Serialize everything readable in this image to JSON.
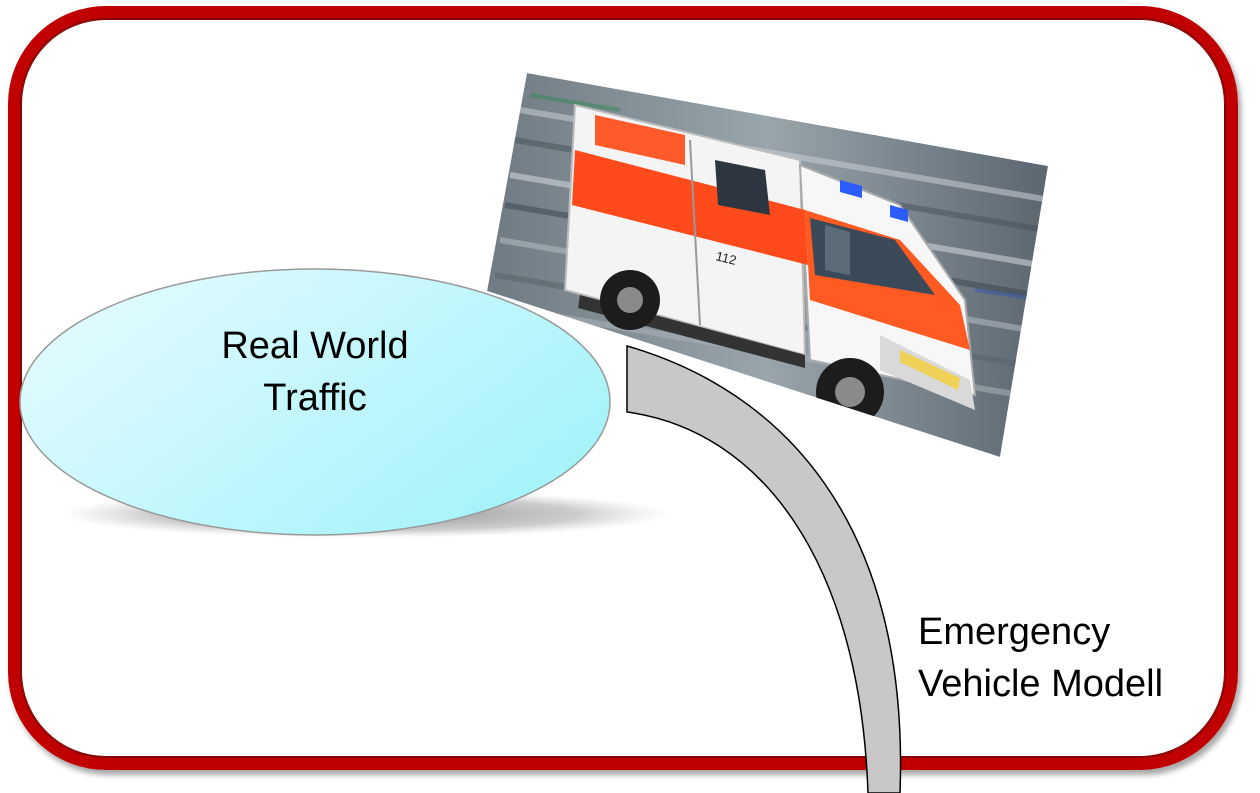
{
  "real_world": {
    "line1": "Real World",
    "line2": "Traffic"
  },
  "emergency": {
    "line1": "Emergency",
    "line2": "Vehicle Modell"
  },
  "photo": {
    "subject": "ambulance",
    "phone_number": "112"
  },
  "colors": {
    "frame": "#c00000",
    "ellipse_fill_start": "#e6fbff",
    "ellipse_fill_end": "#a8f4fb",
    "connector_fill": "#c8c8c8"
  }
}
